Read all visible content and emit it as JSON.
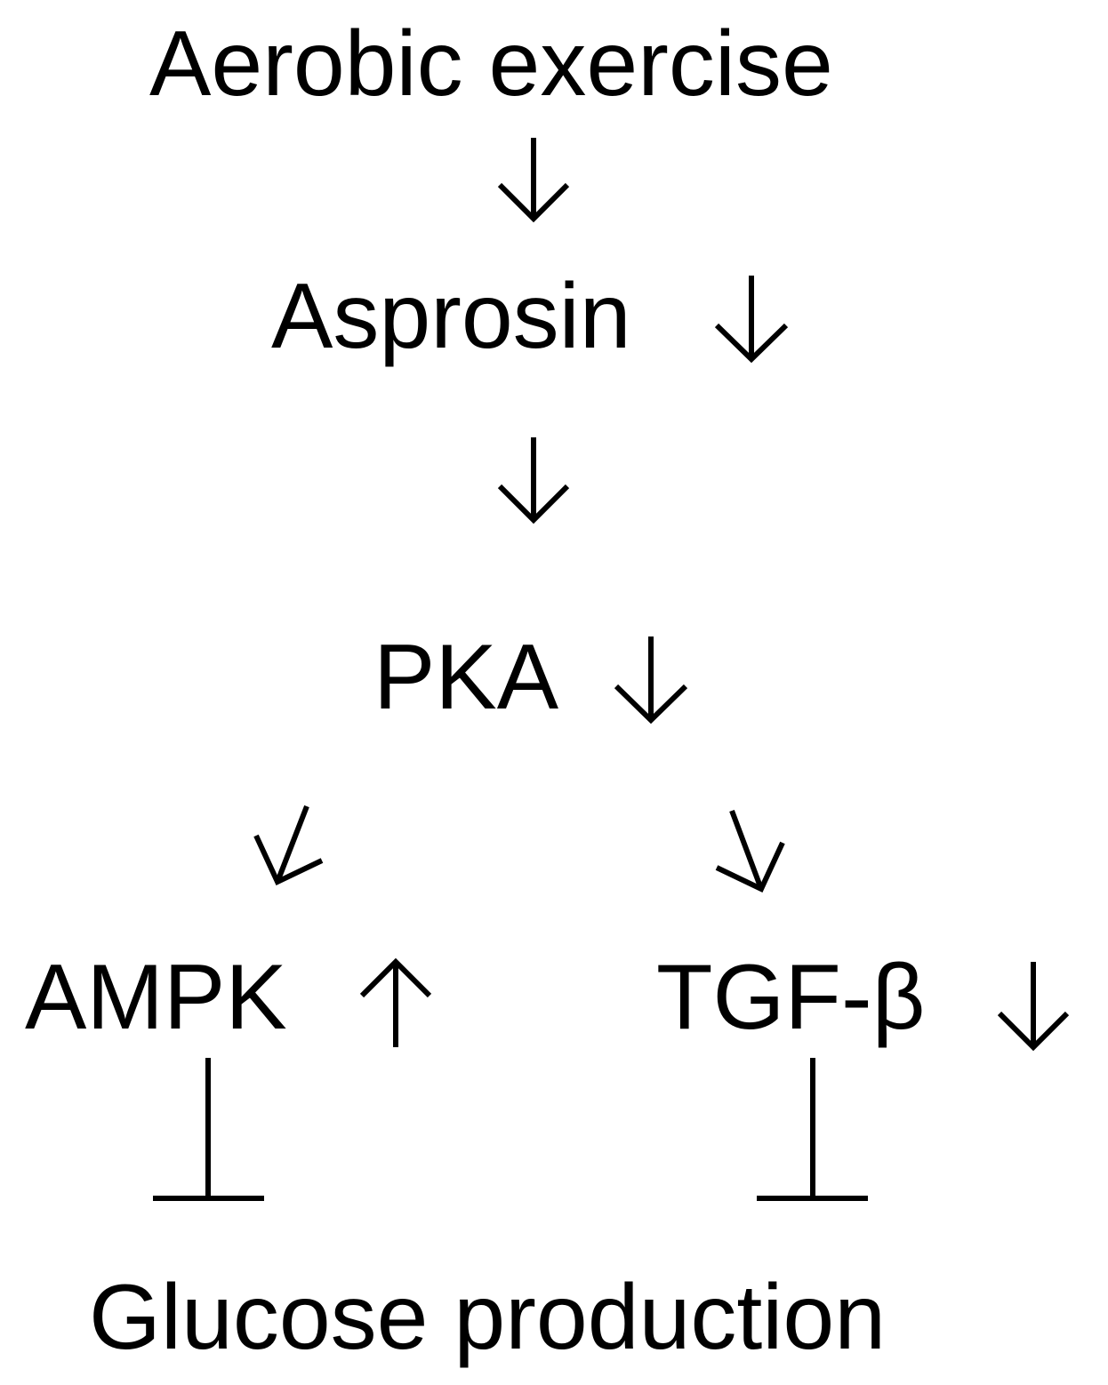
{
  "diagram": {
    "nodes": {
      "aerobic_exercise": "Aerobic exercise",
      "asprosin": "Asprosin",
      "pka": "PKA",
      "ampk": "AMPK",
      "tgf_beta": "TGF-β",
      "glucose_production": "Glucose production"
    },
    "regulation": {
      "asprosin": "down",
      "pka": "down",
      "ampk": "up",
      "tgf_beta": "down"
    },
    "edges": [
      {
        "from": "aerobic_exercise",
        "to": "asprosin",
        "type": "activates"
      },
      {
        "from": "asprosin",
        "to": "pka",
        "type": "activates"
      },
      {
        "from": "pka",
        "to": "ampk",
        "type": "activates"
      },
      {
        "from": "pka",
        "to": "tgf_beta",
        "type": "activates"
      },
      {
        "from": "ampk",
        "to": "glucose_production",
        "type": "inhibits"
      },
      {
        "from": "tgf_beta",
        "to": "glucose_production",
        "type": "inhibits"
      }
    ]
  }
}
